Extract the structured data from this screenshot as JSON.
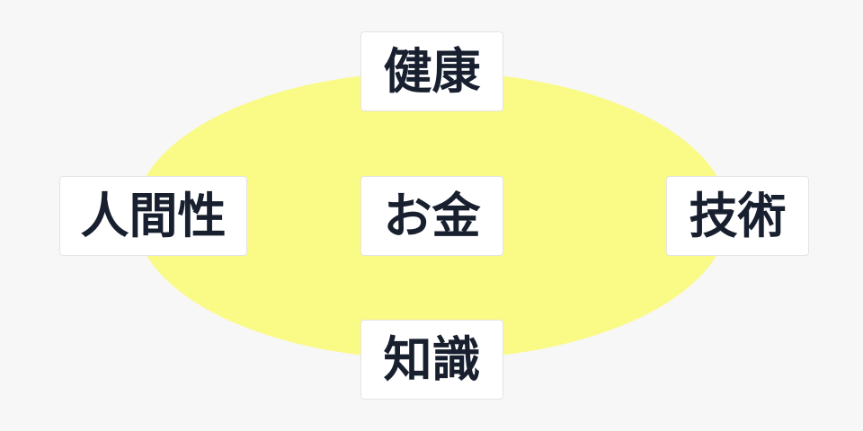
{
  "diagram": {
    "region_color": "#fafa87",
    "center": {
      "label": "お金"
    },
    "top": {
      "label": "健康"
    },
    "left": {
      "label": "人間性"
    },
    "right": {
      "label": "技術"
    },
    "bottom": {
      "label": "知識"
    }
  }
}
